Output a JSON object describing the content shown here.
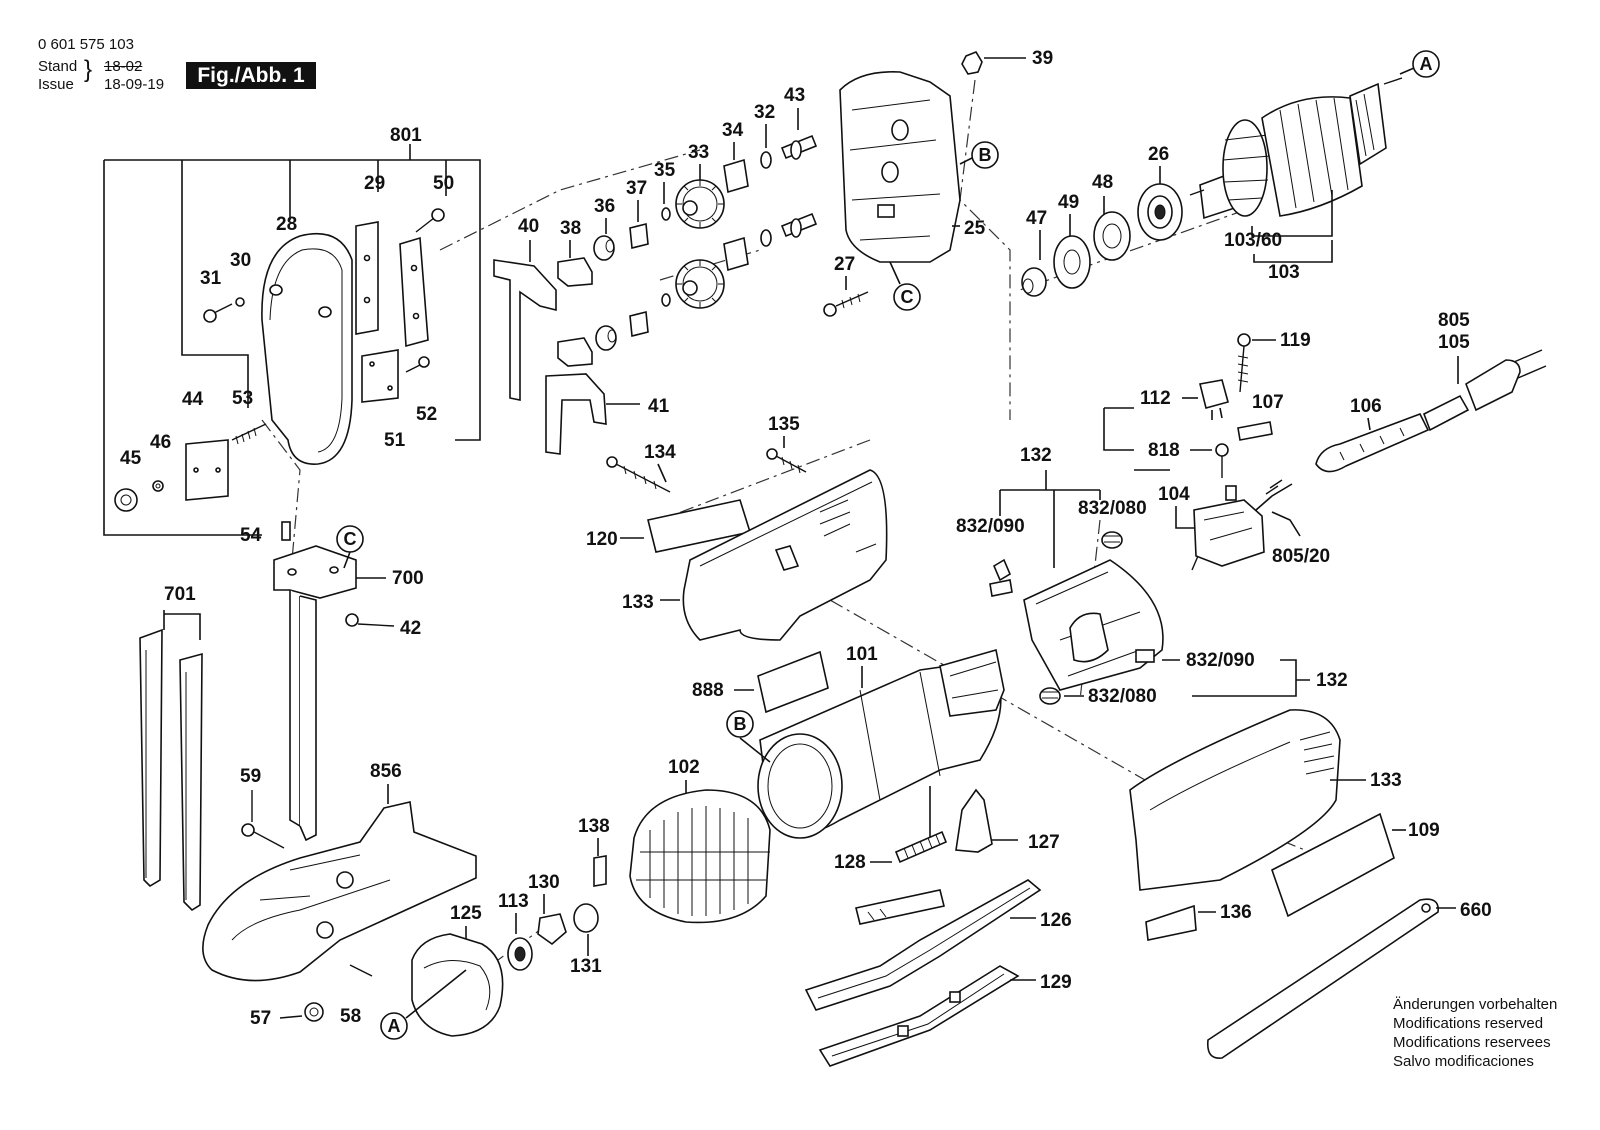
{
  "header": {
    "doc_number": "0 601 575 103",
    "stand_label": "Stand",
    "issue_label": "Issue",
    "old_date": "18-02",
    "issue_date": "18-09-19",
    "figure_title": "Fig./Abb. 1"
  },
  "notice": {
    "line1": "Änderungen vorbehalten",
    "line2": "Modifications reserved",
    "line3": "Modifications reservees",
    "line4": "Salvo modificaciones"
  },
  "callouts": {
    "a": "A",
    "b": "B",
    "c": "C"
  },
  "parts": {
    "p801": "801",
    "p29": "29",
    "p50": "50",
    "p28": "28",
    "p31": "31",
    "p30": "30",
    "p44": "44",
    "p53": "53",
    "p52": "52",
    "p51": "51",
    "p46": "46",
    "p45": "45",
    "p54": "54",
    "p700": "700",
    "p42": "42",
    "p701": "701",
    "p59": "59",
    "p856": "856",
    "p57": "57",
    "p58": "58",
    "p125": "125",
    "p113": "113",
    "p130": "130",
    "p131": "131",
    "p138": "138",
    "p102": "102",
    "p40": "40",
    "p38": "38",
    "p36": "36",
    "p37": "37",
    "p35": "35",
    "p33": "33",
    "p34": "34",
    "p32": "32",
    "p43": "43",
    "p41": "41",
    "p39": "39",
    "p25": "25",
    "p27": "27",
    "p47": "47",
    "p49": "49",
    "p48": "48",
    "p26": "26",
    "p103_60": "103/60",
    "p103": "103",
    "p135": "135",
    "p134": "134",
    "p120": "120",
    "p133a": "133",
    "p888": "888",
    "p101": "101",
    "p128": "128",
    "p127": "127",
    "p126": "126",
    "p129": "129",
    "p119": "119",
    "p112": "112",
    "p107": "107",
    "p818": "818",
    "p104": "104",
    "p132a": "132",
    "p832_090a": "832/090",
    "p832_080a": "832/080",
    "p832_090b": "832/090",
    "p832_080b": "832/080",
    "p132b": "132",
    "p805": "805",
    "p105": "105",
    "p106": "106",
    "p805_20": "805/20",
    "p133b": "133",
    "p109": "109",
    "p136": "136",
    "p660": "660"
  }
}
